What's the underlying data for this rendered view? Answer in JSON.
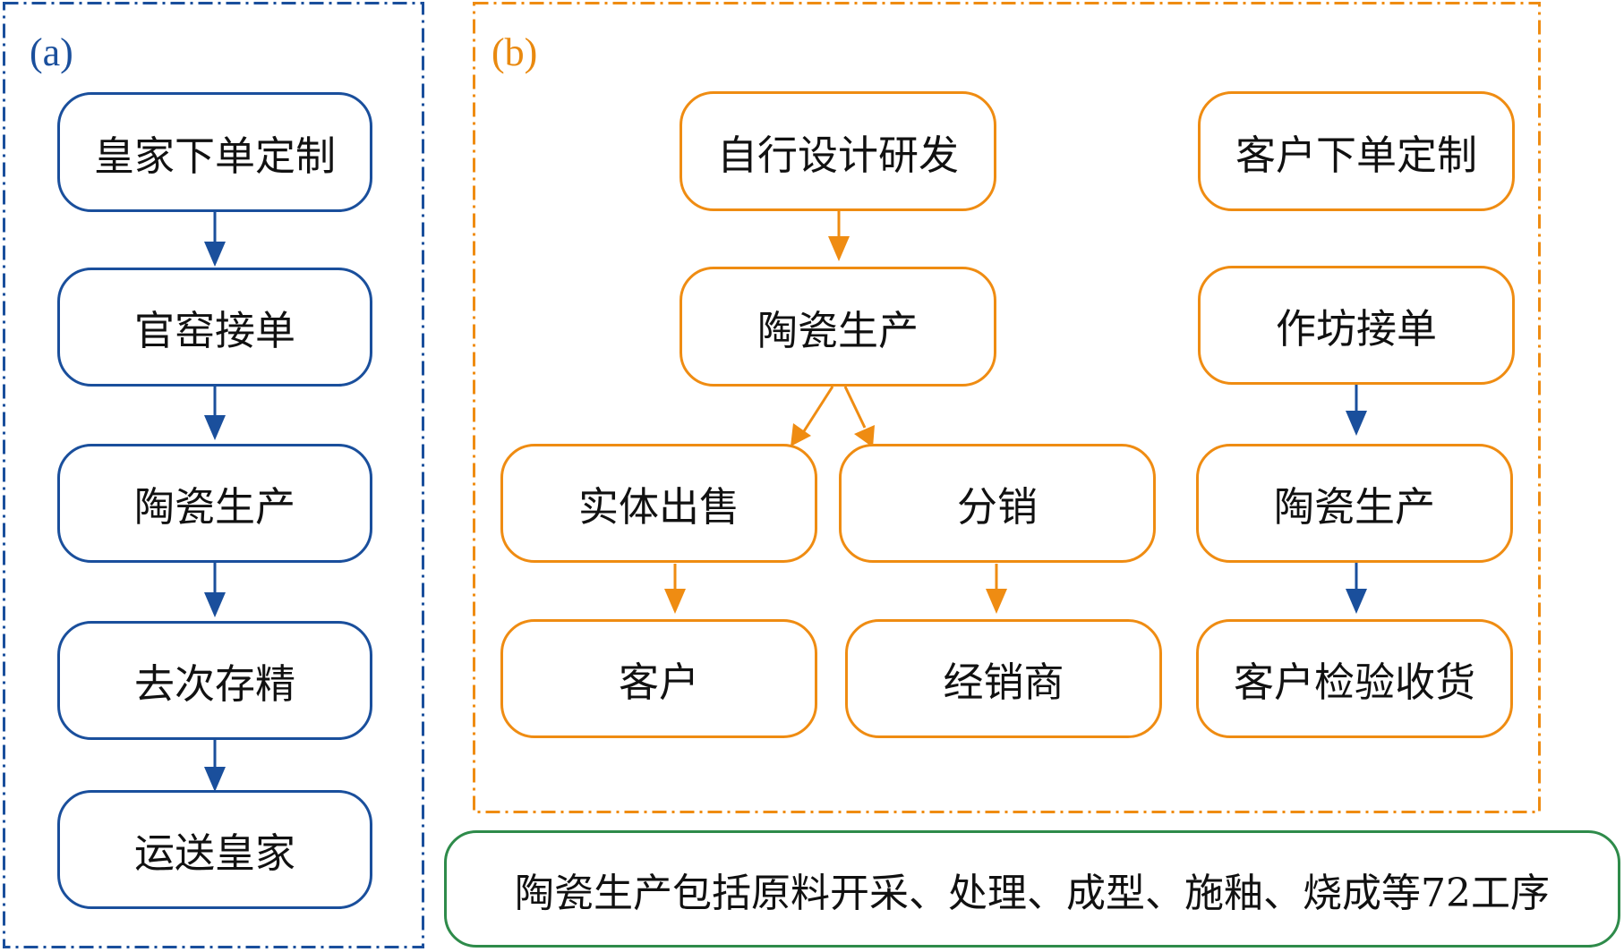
{
  "colors": {
    "blue": "#1a4f9c",
    "orange": "#ef8c12",
    "green": "#2e8b4a"
  },
  "panel_a": {
    "label": "(a)",
    "steps": [
      "皇家下单定制",
      "官窑接单",
      "陶瓷生产",
      "去次存精",
      "运送皇家"
    ]
  },
  "panel_b": {
    "label": "(b)",
    "self_flow": {
      "design": "自行设计研发",
      "production": "陶瓷生产",
      "retail": "实体出售",
      "distribution": "分销",
      "customer": "客户",
      "dealer": "经销商"
    },
    "custom_flow": {
      "order": "客户下单定制",
      "workshop": "作坊接单",
      "production": "陶瓷生产",
      "acceptance": "客户检验收货"
    }
  },
  "note": "陶瓷生产包括原料开采、处理、成型、施釉、烧成等72工序"
}
